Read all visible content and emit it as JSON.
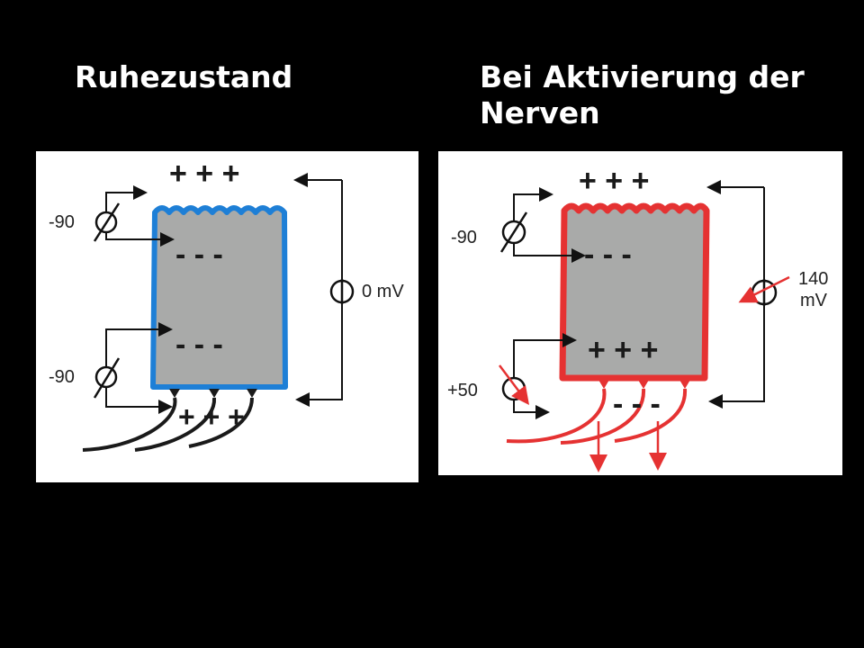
{
  "titles": {
    "left": "Ruhezustand",
    "right": "Bei Aktivierung der Nerven"
  },
  "colors": {
    "background": "#000000",
    "panel": "#ffffff",
    "cell_fill": "#a9aaa9",
    "membrane_rest": "#1e7fd6",
    "membrane_active": "#e53232",
    "wire": "#111111"
  },
  "left_panel": {
    "meter_top_value": "-90",
    "meter_bottom_value": "-90",
    "right_meter_value": "0 mV",
    "outside_top_signs": "+ + +",
    "inside_top_signs": "- - -",
    "inside_bottom_signs": "- - -",
    "outside_bottom_signs": "+ + +"
  },
  "right_panel": {
    "meter_top_value": "-90",
    "meter_bottom_value": "+50",
    "right_meter_value_line1": "140",
    "right_meter_value_line2": "mV",
    "outside_top_signs": "+ + +",
    "inside_top_signs": "- - -",
    "inside_bottom_signs": "+ + +",
    "outside_bottom_signs": "- - -"
  }
}
